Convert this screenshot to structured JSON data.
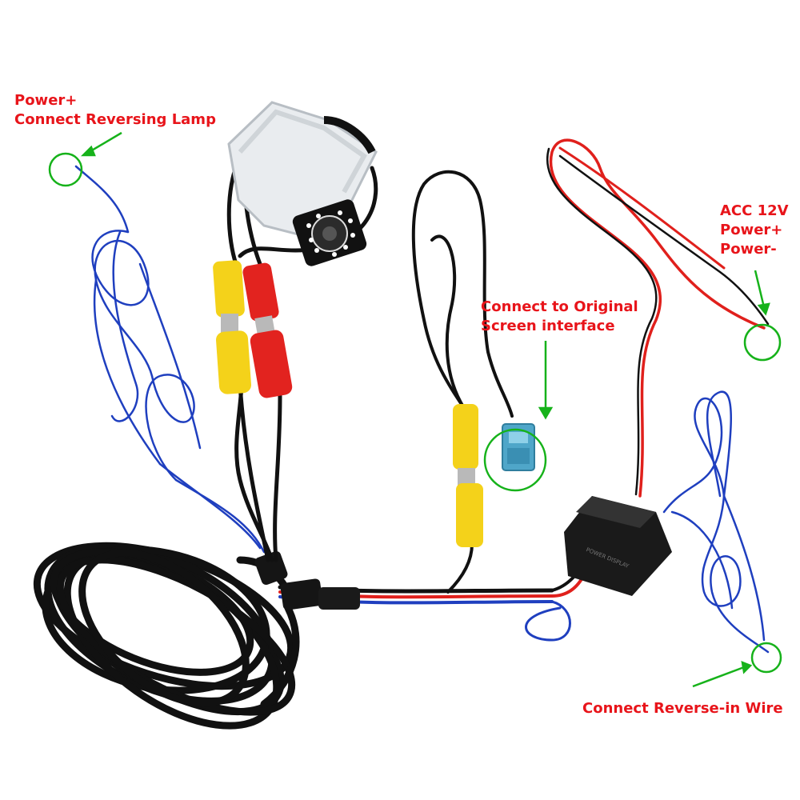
{
  "colors": {
    "label_text": "#e8141a",
    "annotation": "#16b21a",
    "wire_blue": "#1f3fbf",
    "wire_red": "#e0201c",
    "wire_black": "#111111",
    "plug_yellow": "#f4d21a",
    "plug_red": "#e2231f",
    "connector_blue": "#4fa6c9"
  },
  "labels": {
    "reversing_lamp": [
      "Power+",
      "Connect Reversing Lamp"
    ],
    "original_screen": [
      "Connect to Original",
      "Screen interface"
    ],
    "acc_power": [
      "ACC 12V",
      "Power+",
      "Power-"
    ],
    "reverse_in": [
      "Connect Reverse-in Wire"
    ]
  },
  "components": {
    "control_box_print": "POWER DISPLAY"
  }
}
